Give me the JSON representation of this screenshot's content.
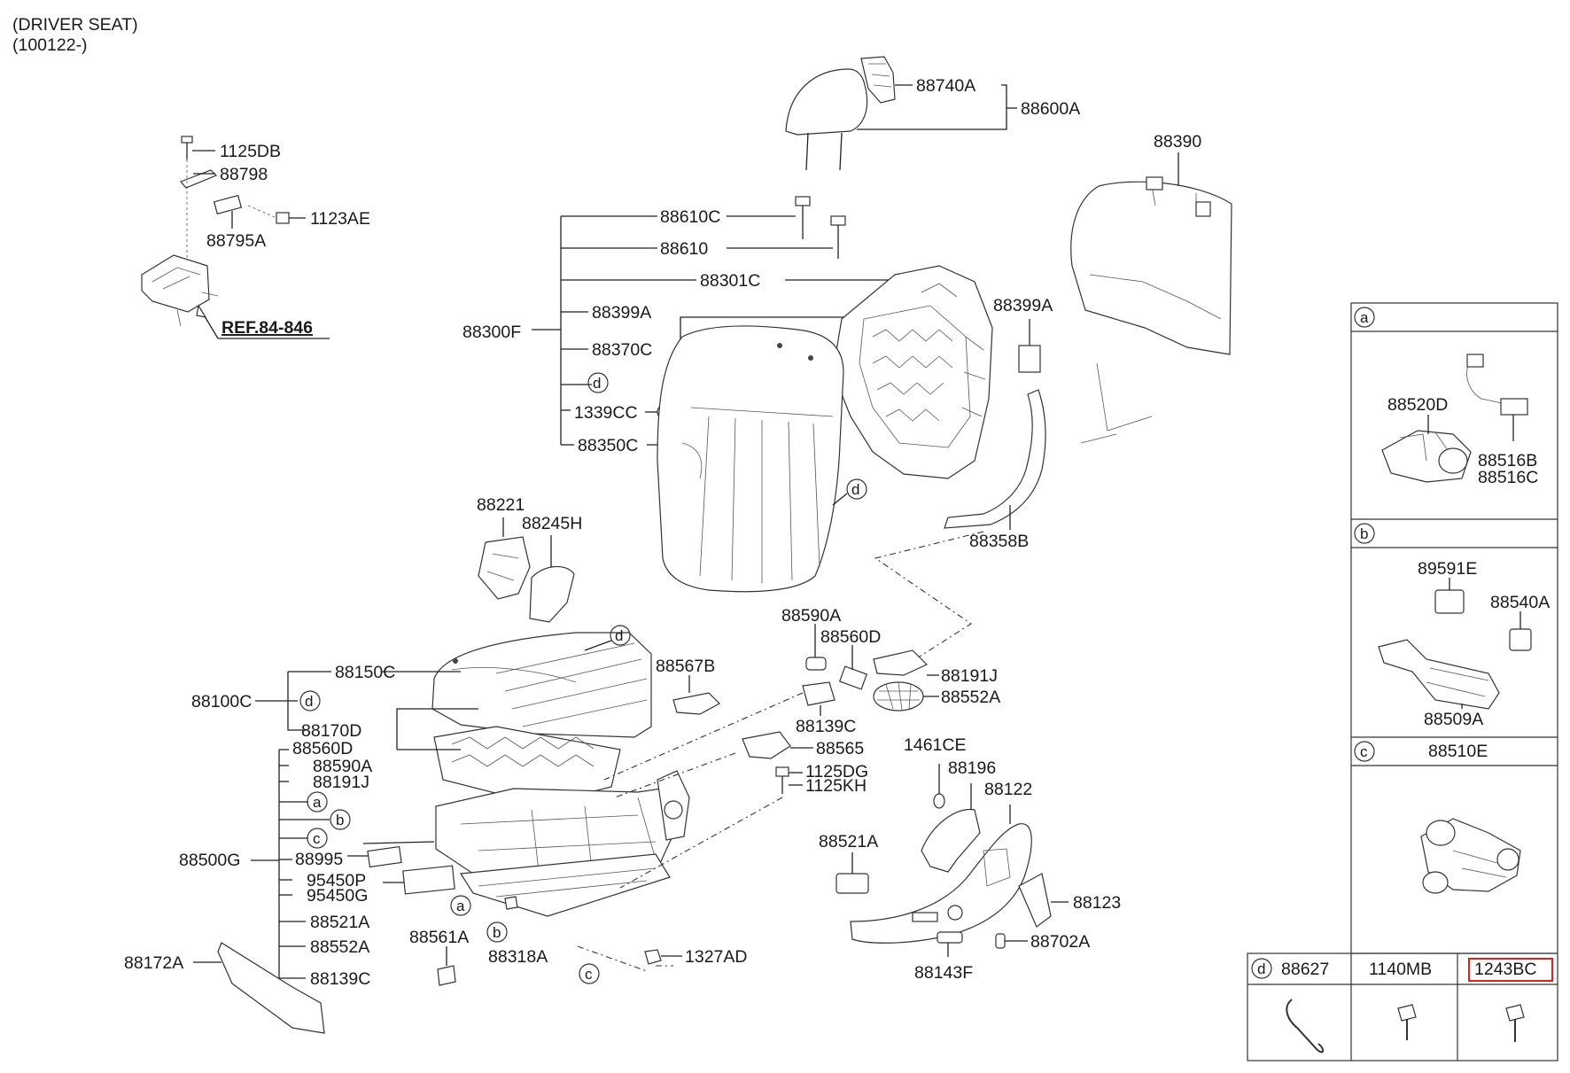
{
  "header": {
    "title": "(DRIVER SEAT)",
    "date_range": "(100122-)"
  },
  "reference": "REF.84-846",
  "labels": {
    "p1125DB": "1125DB",
    "p88798": "88798",
    "p1123AE": "1123AE",
    "p88795A": "88795A",
    "p88740A": "88740A",
    "p88600A": "88600A",
    "p88390": "88390",
    "p88610C": "88610C",
    "p88610": "88610",
    "p88301C": "88301C",
    "p88300F": "88300F",
    "p88399A_1": "88399A",
    "p88399A_2": "88399A",
    "p88370C": "88370C",
    "p1339CC": "1339CC",
    "p88350C": "88350C",
    "p88358B": "88358B",
    "p88221": "88221",
    "p88245H": "88245H",
    "p88150C": "88150C",
    "p88100C": "88100C",
    "p88170D": "88170D",
    "p88560D_1": "88560D",
    "p88590A_1": "88590A",
    "p88191J_1": "88191J",
    "p88500G": "88500G",
    "p88995": "88995",
    "p95450P": "95450P",
    "p95450G": "95450G",
    "p88521A_1": "88521A",
    "p88552A_1": "88552A",
    "p88139C_1": "88139C",
    "p88172A": "88172A",
    "p88561A": "88561A",
    "p88318A": "88318A",
    "p1327AD": "1327AD",
    "p88567B": "88567B",
    "p88590A_2": "88590A",
    "p88560D_2": "88560D",
    "p88191J_2": "88191J",
    "p88552A_2": "88552A",
    "p88139C_2": "88139C",
    "p88565": "88565",
    "p1125DG": "1125DG",
    "p1125KH": "1125KH",
    "p1461CE": "1461CE",
    "p88196": "88196",
    "p88122": "88122",
    "p88521A_2": "88521A",
    "p88123": "88123",
    "p88702A": "88702A",
    "p88143F": "88143F"
  },
  "callout_letters": [
    "a",
    "b",
    "c",
    "d"
  ],
  "side_panel": {
    "a": {
      "letter": "a",
      "parts": [
        "88520D",
        "88516B",
        "88516C"
      ]
    },
    "b": {
      "letter": "b",
      "parts": [
        "89591E",
        "88540A",
        "88509A"
      ]
    },
    "c": {
      "letter": "c",
      "part": "88510E"
    }
  },
  "bottom_table": {
    "letter": "d",
    "columns": [
      "88627",
      "1140MB",
      "1243BC"
    ],
    "highlighted": "1243BC",
    "highlight_color": "#e0201b"
  }
}
